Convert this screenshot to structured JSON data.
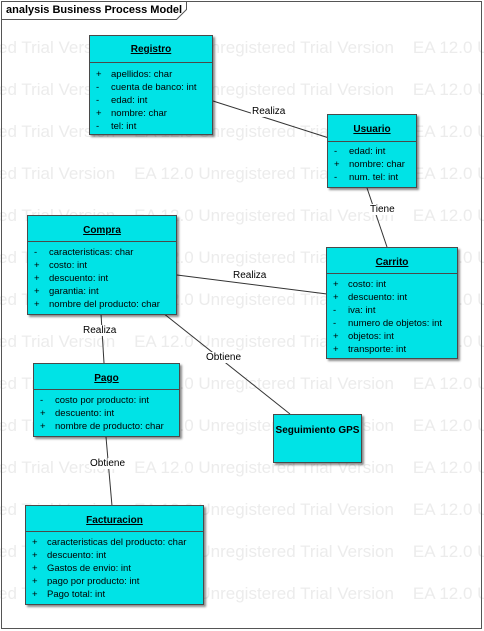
{
  "diagram": {
    "title": "analysis Business Process Model",
    "watermark": "EA 12.0 Unregistered Trial Version",
    "watermark_fragment": "ed Trial Version",
    "colors": {
      "class_fill": "#00e3e6",
      "border": "#4a4a4a",
      "watermark": "#ececec"
    }
  },
  "classes": {
    "registro": {
      "name": "Registro",
      "attributes": [
        {
          "vis": "+",
          "text": "apellidos: char"
        },
        {
          "vis": "-",
          "text": "cuenta de banco: int"
        },
        {
          "vis": "-",
          "text": "edad: int"
        },
        {
          "vis": "+",
          "text": "nombre: char"
        },
        {
          "vis": "-",
          "text": "tel: int"
        }
      ]
    },
    "usuario": {
      "name": "Usuario",
      "attributes": [
        {
          "vis": "-",
          "text": "edad: int"
        },
        {
          "vis": "+",
          "text": "nombre: char"
        },
        {
          "vis": "-",
          "text": "num. tel: int"
        }
      ]
    },
    "compra": {
      "name": "Compra",
      "attributes": [
        {
          "vis": "-",
          "text": "caracteristicas: char"
        },
        {
          "vis": "+",
          "text": "costo: int"
        },
        {
          "vis": "+",
          "text": "descuento: int"
        },
        {
          "vis": "+",
          "text": "garantia: int"
        },
        {
          "vis": "+",
          "text": "nombre del producto: char"
        }
      ]
    },
    "carrito": {
      "name": "Carrito",
      "attributes": [
        {
          "vis": "+",
          "text": "costo: int"
        },
        {
          "vis": "+",
          "text": "descuento: int"
        },
        {
          "vis": "-",
          "text": "iva: int"
        },
        {
          "vis": "-",
          "text": "numero de objetos: int"
        },
        {
          "vis": "+",
          "text": "objetos: int"
        },
        {
          "vis": "+",
          "text": "transporte: int"
        }
      ]
    },
    "pago": {
      "name": "Pago",
      "attributes": [
        {
          "vis": "-",
          "text": "costo por producto: int"
        },
        {
          "vis": "+",
          "text": "descuento: int"
        },
        {
          "vis": "+",
          "text": "nombre de producto: char"
        }
      ]
    },
    "seguimiento": {
      "name": "Seguimiento GPS",
      "attributes": []
    },
    "facturacion": {
      "name": "Facturacion",
      "attributes": [
        {
          "vis": "+",
          "text": "caracteristicas del producto: char"
        },
        {
          "vis": "+",
          "text": "descuento: int"
        },
        {
          "vis": "+",
          "text": "Gastos de envio: int"
        },
        {
          "vis": "+",
          "text": "pago por producto: int"
        },
        {
          "vis": "+",
          "text": "Pago total: int"
        }
      ]
    }
  },
  "associations": [
    {
      "from": "Registro",
      "to": "Usuario",
      "label": "Realiza"
    },
    {
      "from": "Usuario",
      "to": "Carrito",
      "label": "Tiene"
    },
    {
      "from": "Compra",
      "to": "Carrito",
      "label": "Realiza"
    },
    {
      "from": "Compra",
      "to": "Pago",
      "label": "Realiza"
    },
    {
      "from": "Compra",
      "to": "Seguimiento GPS",
      "label": "Obtiene"
    },
    {
      "from": "Pago",
      "to": "Facturacion",
      "label": "Obtiene"
    }
  ]
}
